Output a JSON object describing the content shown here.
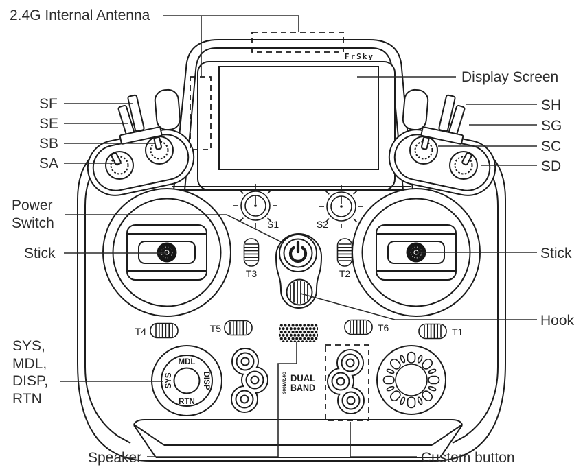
{
  "diagram": {
    "background": "#ffffff",
    "line_color": "#1c1c1c",
    "callouts": {
      "antenna": "2.4G Internal Antenna",
      "display_screen": "Display Screen",
      "sf": "SF",
      "se": "SE",
      "sb": "SB",
      "sa": "SA",
      "sh": "SH",
      "sg": "SG",
      "sc": "SC",
      "sd": "SD",
      "power_switch": "Power Switch",
      "stick_left": "Stick",
      "stick_right": "Stick",
      "hook": "Hook",
      "nav_buttons": "SYS, MDL, DISP, RTN",
      "speaker": "Speaker",
      "custom_button": "Custom button"
    },
    "device": {
      "brand": "FrSky",
      "knob_s1": "S1",
      "knob_s2": "S2",
      "trim_t1": "T1",
      "trim_t2": "T2",
      "trim_t3": "T3",
      "trim_t4": "T4",
      "trim_t5": "T5",
      "trim_t6": "T6",
      "nav_top": "MDL",
      "nav_right": "DISP",
      "nav_bottom": "RTN",
      "nav_left": "SYS",
      "band_word1": "DUAL",
      "band_word2": "BAND",
      "band_spec": "900M/2.4G"
    }
  }
}
